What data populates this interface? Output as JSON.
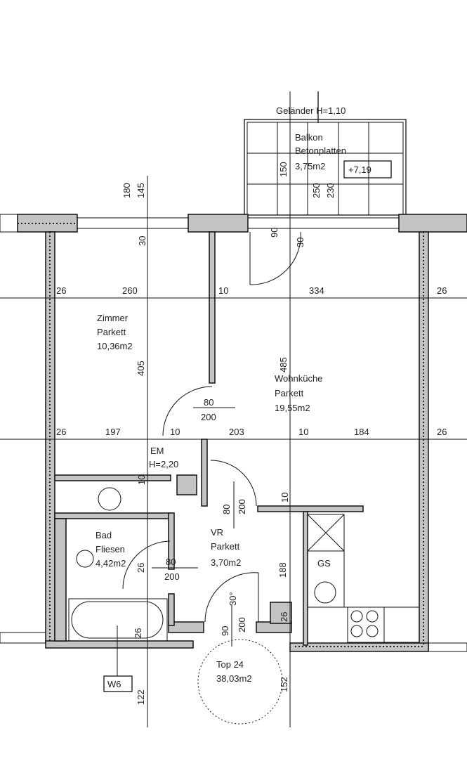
{
  "balcony": {
    "railing": "Geländer H=1,10",
    "name": "Balkon",
    "floor": "Betonplatten",
    "area": "3,75m2",
    "level": "+7,19",
    "dims": [
      "150",
      "250",
      "230"
    ]
  },
  "dims_top": {
    "d180": "180",
    "d145": "145",
    "d30a": "30",
    "d90": "90",
    "d30b": "30"
  },
  "row1": [
    "26",
    "260",
    "10",
    "334",
    "26"
  ],
  "row2": [
    "26",
    "197",
    "10",
    "203",
    "10",
    "184",
    "26"
  ],
  "zimmer": {
    "name": "Zimmer",
    "floor": "Parkett",
    "area": "10,36m2",
    "height_dim": "405"
  },
  "wohnkueche": {
    "name": "Wohnküche",
    "floor": "Parkett",
    "area": "19,55m2",
    "height_dim": "485"
  },
  "door_zimmer": {
    "w": "80",
    "h": "200"
  },
  "em": {
    "name": "EM",
    "height": "H=2,20",
    "dim": "10"
  },
  "door_vr": {
    "w": "80",
    "h": "200"
  },
  "vr": {
    "name": "VR",
    "floor": "Parkett",
    "area": "3,70m2",
    "dim10": "10",
    "dim188": "188"
  },
  "bad": {
    "name": "Bad",
    "floor": "Fliesen",
    "area": "4,42m2",
    "dim26": "26"
  },
  "door_bad": {
    "w": "80",
    "h": "200"
  },
  "kitchen": {
    "gs": "GS"
  },
  "entrance": {
    "angle": "30°",
    "h": "200",
    "w": "90",
    "dim26": "26"
  },
  "bottom": {
    "dim26": "26",
    "window": "W6",
    "dim122": "122",
    "dim152": "152"
  },
  "unit": {
    "name": "Top 24",
    "area": "38,03m2"
  }
}
